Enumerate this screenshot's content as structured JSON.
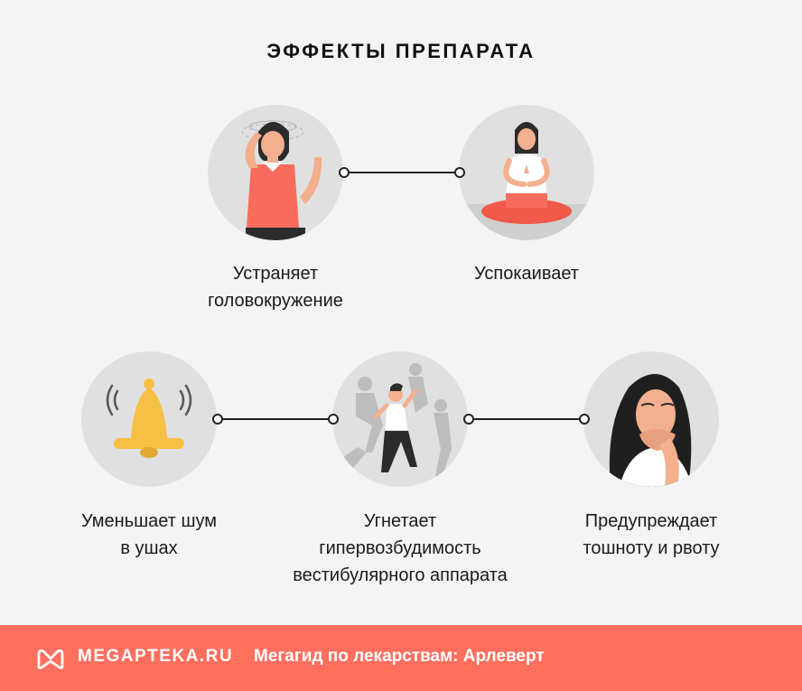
{
  "title": "ЭФФЕКТЫ ПРЕПАРАТА",
  "effects": [
    {
      "lines": [
        "Устраняет",
        "головокружение"
      ],
      "icon": "dizzy-woman-icon"
    },
    {
      "lines": [
        "Успокаивает"
      ],
      "icon": "meditating-woman-icon"
    },
    {
      "lines": [
        "Уменьшает шум",
        "в ушах"
      ],
      "icon": "bell-icon"
    },
    {
      "lines": [
        "Угнетает",
        "гипервозбудимость",
        "вестибулярного аппарата"
      ],
      "icon": "staggering-man-icon"
    },
    {
      "lines": [
        "Предупреждает",
        "тошноту и рвоту"
      ],
      "icon": "nauseous-woman-icon"
    }
  ],
  "footer": {
    "brand": "MEGAPTEKA.RU",
    "tagline": "Мегагид по лекарствам: Арлеверт",
    "logo_icon": "megapteka-logo-icon",
    "background_color": "#ff6f5e"
  },
  "colors": {
    "accent": "#ff6f5e",
    "bell": "#f5c043",
    "circle": "#e0e0e0"
  }
}
